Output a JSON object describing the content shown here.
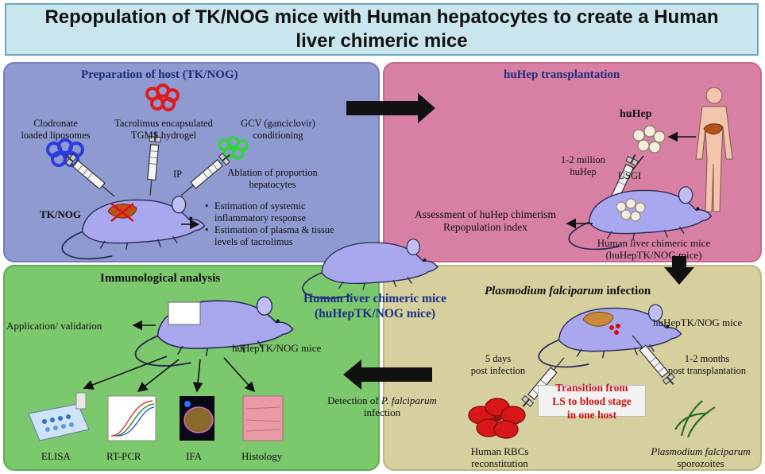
{
  "title": {
    "line1": "Repopulation of TK/NOG mice with Human hepatocytes to create a Human",
    "line2": "liver chimeric mice"
  },
  "host_panel": {
    "title": "Preparation of host (TK/NOG)",
    "clodronate_1": "Clodronate",
    "clodronate_2": "loaded liposomes",
    "tacrolimus_1": "Tacrolimus encapsulated",
    "tacrolimus_2": "TGMS hydrogel",
    "gcv_1": "GCV (ganciclovir)",
    "gcv_2": "conditioning",
    "ip": "IP",
    "ablation_1": "Ablation of proportion",
    "ablation_2": "hepatocytes",
    "mouse_label": "TK/NOG",
    "bullet_1_a": "Estimation of systemic",
    "bullet_1_b": "inflammatory response",
    "bullet_2_a": "Estimation of plasma & tissue",
    "bullet_2_b": "levels of tacrolimus"
  },
  "transplant_panel": {
    "title": "huHep transplantation",
    "huhep": "huHep",
    "dose_1": "1-2 million",
    "dose_2": "huHep",
    "usgi": "USGI",
    "assess_1": "Assessment of huHep chimerism",
    "assess_2": "Repopulation index",
    "chimeric_1": "Human liver chimeric mice",
    "chimeric_2": "(huHepTK/NOG mice)"
  },
  "center_mouse": {
    "line1": "Human liver chimeric mice",
    "line2": "(huHepTK/NOG mice)"
  },
  "immuno_panel": {
    "title": "Immunological analysis",
    "application": "Application/ validation",
    "mouse_label": "huHepTK/NOG mice",
    "elisa": "ELISA",
    "rtpcr": "RT-PCR",
    "ifa": "IFA",
    "histology": "Histology"
  },
  "plasmo_panel": {
    "title_italic": "Plasmodium falciparum",
    "title_rest": " infection",
    "mouse_label": "huHepTK/NOG mice",
    "days_1": "5 days",
    "days_2": "post infection",
    "months_1": "1-2 months",
    "months_2": "post transplantation",
    "detection_1": "Detection of ",
    "detection_1_italic": "P. falciparum",
    "detection_2": "infection",
    "transition_1": "Transition from",
    "transition_2": "LS to blood  stage",
    "transition_3": "in one host",
    "rbc_1": "Human RBCs",
    "rbc_2": "reconstitution",
    "sporo_1": "Plasmodium falciparum",
    "sporo_2": "sporozoites"
  },
  "colors": {
    "host_bg": "#8e9ad0",
    "transplant_bg": "#d880a4",
    "immuno_bg": "#7cc86c",
    "plasmo_bg": "#d6cf9e",
    "title_bg": "#c9e6ef",
    "mouse_fill": "#a9a8ee",
    "transition_text": "#d01010"
  }
}
